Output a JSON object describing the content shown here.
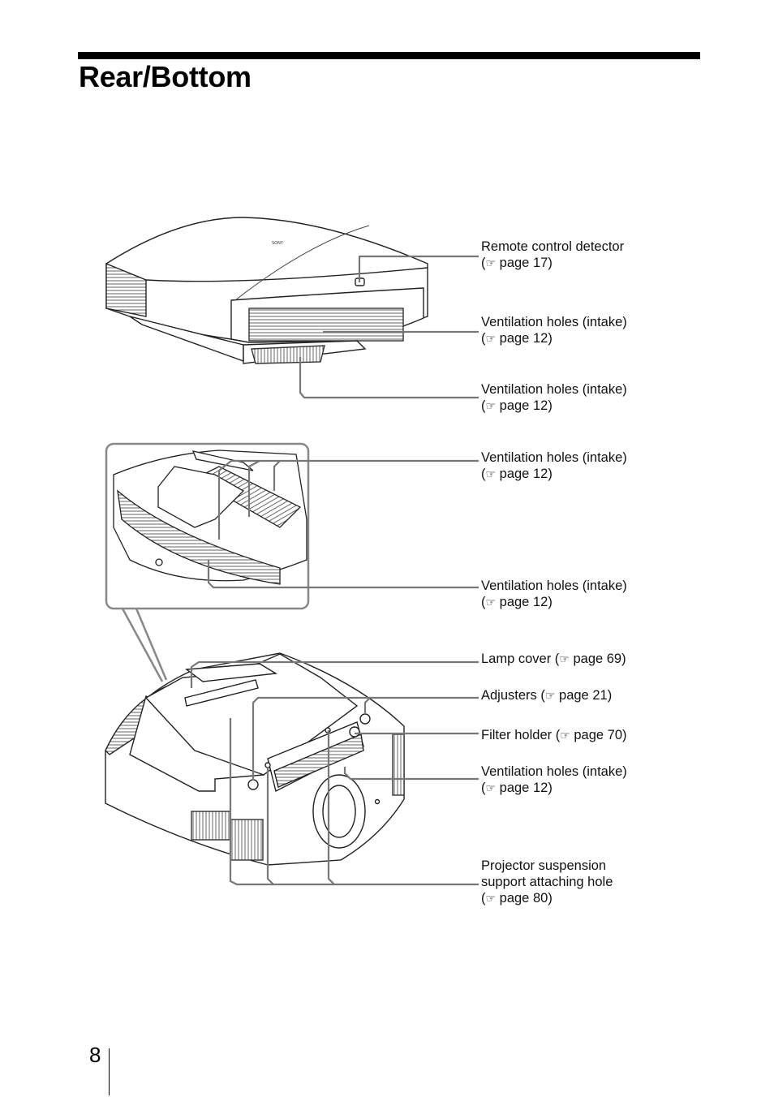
{
  "page": {
    "title": "Rear/Bottom",
    "page_number": "8",
    "reference_icon": "pointing-hand-icon"
  },
  "callouts": [
    {
      "label": "Remote control detector",
      "ref": "page 17"
    },
    {
      "label": "Ventilation holes (intake)",
      "ref": "page 12"
    },
    {
      "label": "Ventilation holes (intake)",
      "ref": "page 12"
    },
    {
      "label": "Ventilation holes (intake)",
      "ref": "page 12"
    },
    {
      "label": "Ventilation holes (intake)",
      "ref": "page 12"
    },
    {
      "label": "Lamp cover",
      "ref": "page 69"
    },
    {
      "label": "Adjusters",
      "ref": "page 21"
    },
    {
      "label": "Filter holder",
      "ref": "page 70"
    },
    {
      "label": "Ventilation holes (intake)",
      "ref": "page 12"
    },
    {
      "label": "Projector suspension support attaching hole",
      "ref": "page 80"
    }
  ],
  "icons": {
    "pointing_hand": "☞"
  }
}
